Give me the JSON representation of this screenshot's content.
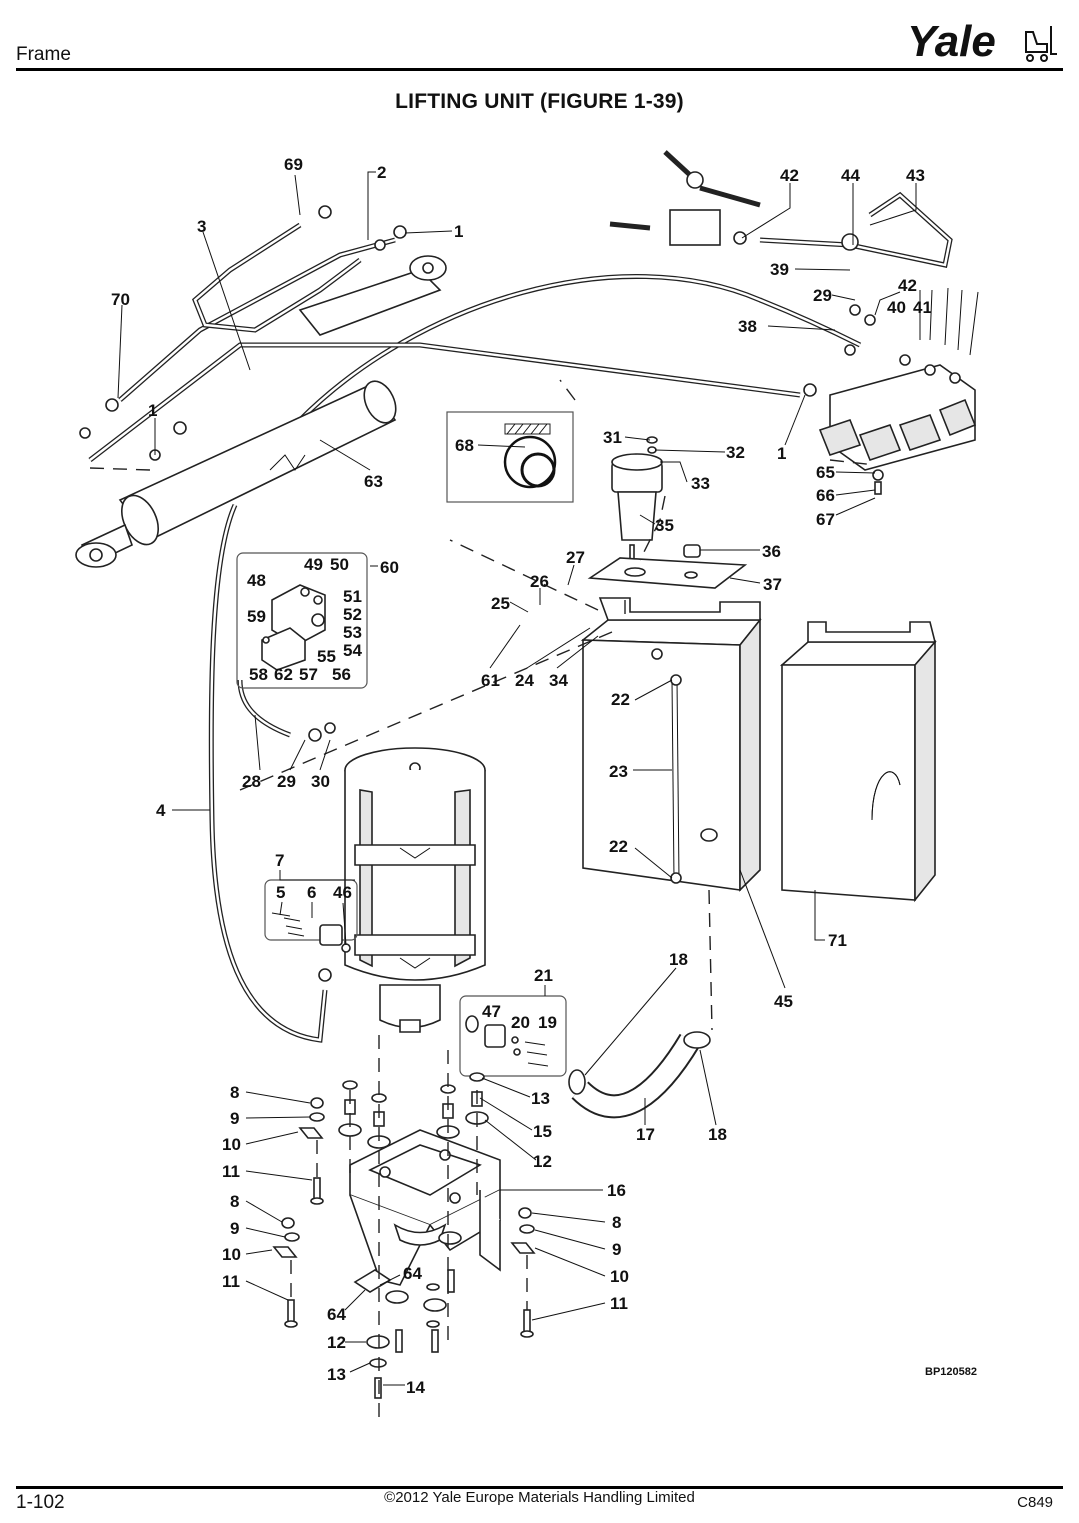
{
  "header": {
    "section": "Frame",
    "brand": "Yale"
  },
  "title": "LIFTING UNIT (FIGURE 1-39)",
  "footer": {
    "page_number": "1-102",
    "copyright": "©2012 Yale Europe Materials Handling Limited",
    "code": "C849"
  },
  "reference_code": "BP120582",
  "callouts": {
    "c69": "69",
    "c2": "2",
    "c3": "3",
    "c1a": "1",
    "c70": "70",
    "c1b": "1",
    "c63": "63",
    "c42a": "42",
    "c44": "44",
    "c43": "43",
    "c39": "39",
    "c29a": "29",
    "c42b": "42",
    "c40": "40",
    "c41": "41",
    "c38": "38",
    "c1c": "1",
    "c65": "65",
    "c66": "66",
    "c67": "67",
    "c68": "68",
    "c31": "31",
    "c32": "32",
    "c33": "33",
    "c35": "35",
    "c36": "36",
    "c37": "37",
    "c27": "27",
    "c26": "26",
    "c25": "25",
    "c61": "61",
    "c24": "24",
    "c34": "34",
    "c60": "60",
    "c49": "49",
    "c50": "50",
    "c48": "48",
    "c51": "51",
    "c52": "52",
    "c59": "59",
    "c53": "53",
    "c54": "54",
    "c55": "55",
    "c58": "58",
    "c62": "62",
    "c57": "57",
    "c56": "56",
    "c28": "28",
    "c29b": "29",
    "c30": "30",
    "c4": "4",
    "c22a": "22",
    "c23": "23",
    "c22b": "22",
    "c71": "71",
    "c45": "45",
    "c7": "7",
    "c5": "5",
    "c6": "6",
    "c46": "46",
    "c21": "21",
    "c18a": "18",
    "c47": "47",
    "c20": "20",
    "c19": "19",
    "c13a": "13",
    "c15": "15",
    "c12a": "12",
    "c17": "17",
    "c18b": "18",
    "c8a": "8",
    "c9a": "9",
    "c10a": "10",
    "c11a": "11",
    "c16": "16",
    "c8b": "8",
    "c9b": "9",
    "c10b": "10",
    "c11b": "11",
    "c8c": "8",
    "c9c": "9",
    "c10c": "10",
    "c11c": "11",
    "c64a": "64",
    "c64b": "64",
    "c12b": "12",
    "c13b": "13",
    "c14": "14"
  }
}
